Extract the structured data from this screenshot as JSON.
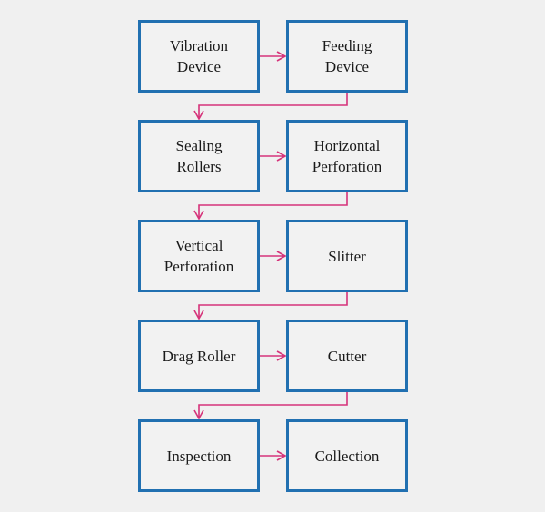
{
  "colors": {
    "background": "#f0f0f0",
    "box_border": "#2170b1",
    "box_fill": "#f2f2f2",
    "arrow": "#d6337a",
    "text": "#1a1a1a"
  },
  "rows": [
    {
      "left": {
        "label": "Vibration\nDevice"
      },
      "right": {
        "label": "Feeding\nDevice"
      }
    },
    {
      "left": {
        "label": "Sealing\nRollers"
      },
      "right": {
        "label": "Horizontal\nPerforation"
      }
    },
    {
      "left": {
        "label": "Vertical\nPerforation"
      },
      "right": {
        "label": "Slitter"
      }
    },
    {
      "left": {
        "label": "Drag Roller"
      },
      "right": {
        "label": "Cutter"
      }
    },
    {
      "left": {
        "label": "Inspection"
      },
      "right": {
        "label": "Collection"
      }
    }
  ]
}
